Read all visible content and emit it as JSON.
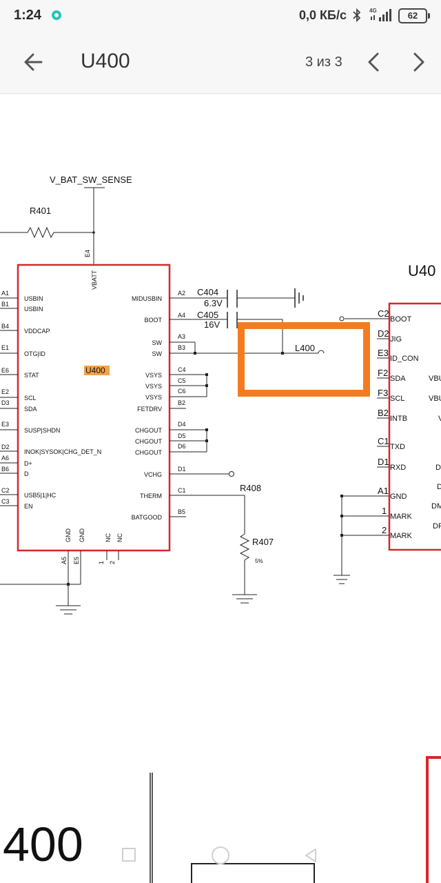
{
  "status_bar": {
    "time": "1:24",
    "network_speed": "0,0 КБ/с",
    "network_type": "4G",
    "battery": "62"
  },
  "app_bar": {
    "title": "U400",
    "page_counter": "3 из 3",
    "icons": [
      "back-arrow-icon",
      "chevron-left-icon",
      "chevron-right-icon"
    ]
  },
  "schematic": {
    "net_label_top": "V_BAT_SW_SENSE",
    "r401": "R401",
    "vbatt_pin": "E4",
    "vbatt": "VBATT",
    "chip_label": "U400",
    "left_pins": [
      {
        "pin": "A1",
        "name": "USBIN"
      },
      {
        "pin": "B1",
        "name": "USBIN"
      },
      {
        "pin": "B4",
        "name": "VDDCAP"
      },
      {
        "pin": "E1",
        "name": "OTG|ID"
      },
      {
        "pin": "E6",
        "name": "STAT"
      },
      {
        "pin": "E2",
        "name": "SCL"
      },
      {
        "pin": "D3",
        "name": "SDA"
      },
      {
        "pin": "E3",
        "name": "SUSP|SHDN"
      },
      {
        "pin": "D2",
        "name": "INOK|SYSOK|CHG_DET_N"
      },
      {
        "pin": "A6",
        "name": "D+"
      },
      {
        "pin": "B6",
        "name": "D"
      },
      {
        "pin": "C2",
        "name": "USB5|1|HC"
      },
      {
        "pin": "C3",
        "name": "EN"
      }
    ],
    "right_pins": [
      {
        "pin": "A2",
        "name": "MIDUSBIN"
      },
      {
        "pin": "A4",
        "name": "BOOT"
      },
      {
        "pin": "A3",
        "name": "SW"
      },
      {
        "pin": "B3",
        "name": "SW"
      },
      {
        "pin": "C4",
        "name": "VSYS"
      },
      {
        "pin": "C5",
        "name": "VSYS"
      },
      {
        "pin": "C6",
        "name": "VSYS"
      },
      {
        "pin": "B2",
        "name": "FETDRV"
      },
      {
        "pin": "D4",
        "name": "CHGOUT"
      },
      {
        "pin": "D5",
        "name": "CHGOUT"
      },
      {
        "pin": "D6",
        "name": "CHGOUT"
      },
      {
        "pin": "D1",
        "name": "VCHG"
      },
      {
        "pin": "C1",
        "name": "THERM"
      },
      {
        "pin": "B5",
        "name": "BATGOOD"
      }
    ],
    "bottom_pins": [
      {
        "pin": "A5",
        "name": "GND"
      },
      {
        "pin": "E5",
        "name": "GND"
      },
      {
        "pin": "1",
        "name": "NC"
      },
      {
        "pin": "2",
        "name": "NC"
      }
    ],
    "c404": "C404",
    "c404_value": "6.3V",
    "c405": "C405",
    "c405_value": "16V",
    "l400": "L400",
    "r408": "R408",
    "r407": "R407",
    "r407_tol": "5%",
    "u40_label": "U40",
    "u40_pins": [
      {
        "pin": "C2",
        "name": "BOOT"
      },
      {
        "pin": "D2",
        "name": "JIG"
      },
      {
        "pin": "E3",
        "name": "ID_CON"
      },
      {
        "pin": "F2",
        "name": "SDA"
      },
      {
        "pin": "F3",
        "name": "SCL"
      },
      {
        "pin": "B2",
        "name": "INTB"
      },
      {
        "pin": "C1",
        "name": "TXD"
      },
      {
        "pin": "D1",
        "name": "RXD"
      },
      {
        "pin": "A1",
        "name": "GND"
      },
      {
        "pin": "1",
        "name": "MARK"
      },
      {
        "pin": "2",
        "name": "MARK"
      }
    ],
    "u40_right_partial": [
      "VBU",
      "VBU",
      "V",
      "D",
      "D",
      "DM",
      "DF"
    ],
    "big_label": "400",
    "highlight_color": "#f47c20",
    "box_color": "#d7262b"
  }
}
